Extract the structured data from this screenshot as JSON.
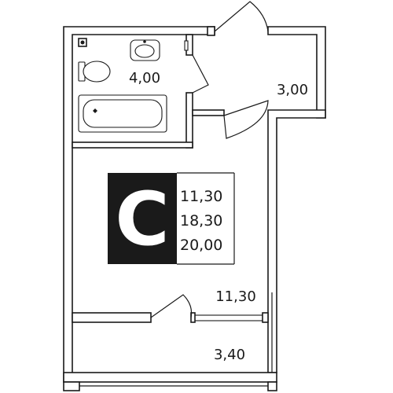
{
  "apartment": {
    "type_letter": "С",
    "areas": {
      "living": "11,30",
      "total_without_balcony": "18,30",
      "total": "20,00"
    }
  },
  "rooms": {
    "bathroom_area": "4,00",
    "hallway_area": "3,00",
    "main_room_area": "11,30",
    "balcony_area": "3,40"
  },
  "colors": {
    "walls": "#1a1a1a",
    "background": "#ffffff",
    "badge_fill": "#1a1a1a",
    "badge_letter": "#ffffff"
  }
}
